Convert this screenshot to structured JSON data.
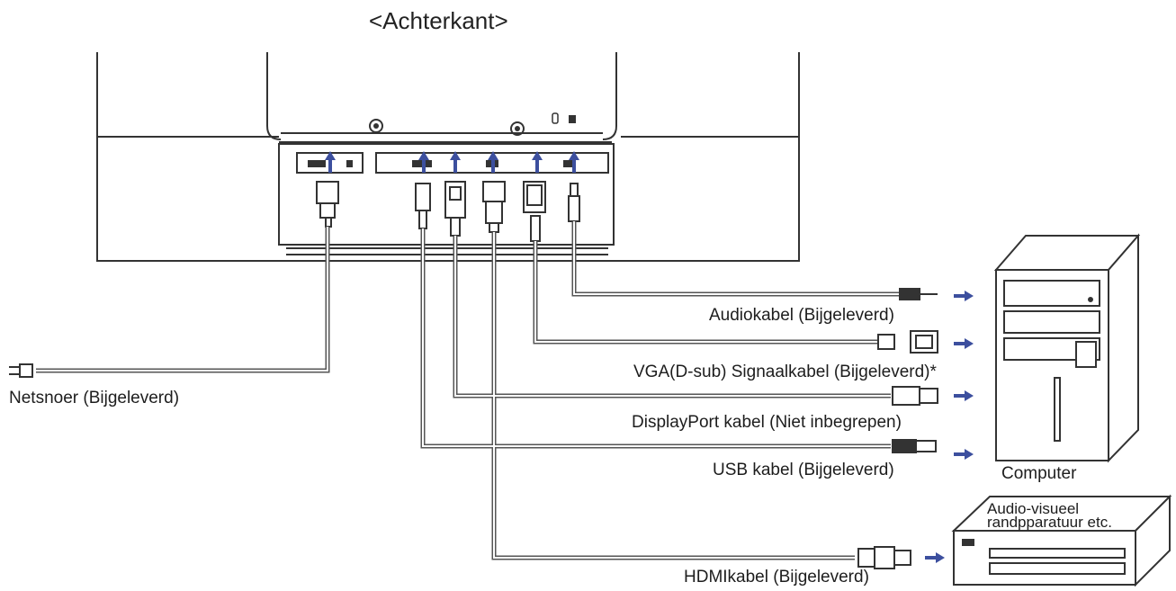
{
  "title": "<Achterkant>",
  "labels": {
    "power_cord": "Netsnoer (Bijgeleverd)",
    "audio_cable": "Audiokabel (Bijgeleverd)",
    "vga_cable": "VGA(D-sub) Signaalkabel (Bijgeleverd)*",
    "displayport_cable": "DisplayPort kabel (Niet inbegrepen)",
    "usb_cable": "USB kabel (Bijgeleverd)",
    "hdmi_cable": "HDMIkabel (Bijgeleverd)",
    "computer": "Computer",
    "av_equipment_line1": "Audio-visueel",
    "av_equipment_line2": "randpparatuur etc."
  },
  "colors": {
    "arrow": "#3c4f9e",
    "line": "#333333",
    "cable": "#5a5a5a"
  }
}
